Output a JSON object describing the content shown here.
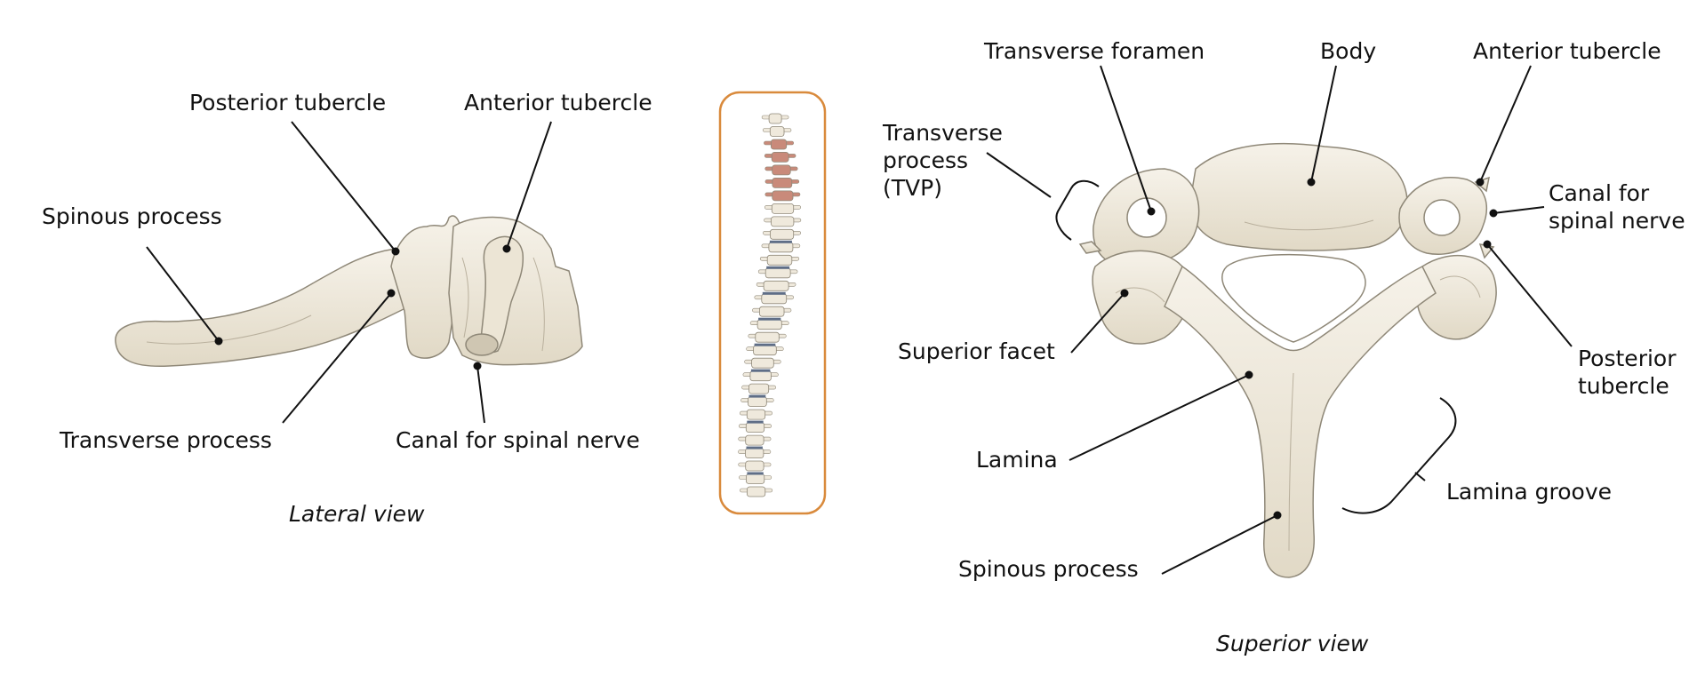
{
  "lateral": {
    "caption": "Lateral view",
    "labels": {
      "spinous_process": "Spinous process",
      "posterior_tubercle": "Posterior tubercle",
      "anterior_tubercle": "Anterior tubercle",
      "transverse_process": "Transverse process",
      "canal_spinal_nerve": "Canal for spinal nerve"
    }
  },
  "superior": {
    "caption": "Superior view",
    "labels": {
      "transverse_foramen": "Transverse foramen",
      "body": "Body",
      "anterior_tubercle": "Anterior tubercle",
      "transverse_process_tvp": "Transverse\nprocess\n(TVP)",
      "canal_spinal_nerve": "Canal for\nspinal nerve",
      "superior_facet": "Superior facet",
      "posterior_tubercle": "Posterior\ntubercle",
      "lamina": "Lamina",
      "lamina_groove": "Lamina groove",
      "spinous_process": "Spinous process"
    }
  },
  "colors": {
    "bone_fill": "#efe9dc",
    "bone_stroke": "#8f8878",
    "highlight_vertebrae": "#c98a7a",
    "inset_border": "#d98a3c",
    "disc": "#5f6e87"
  }
}
